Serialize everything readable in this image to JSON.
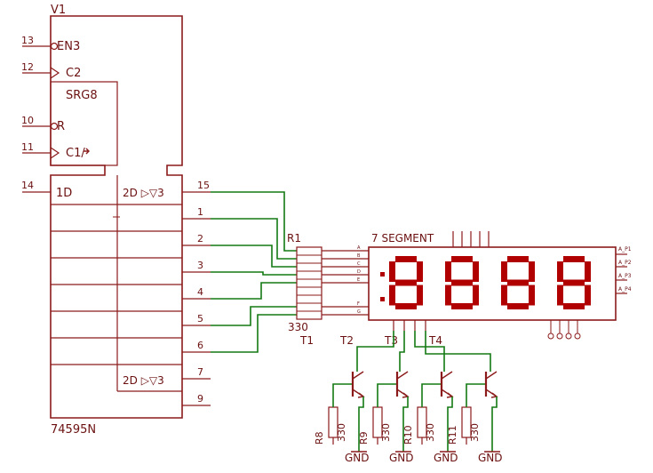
{
  "ic": {
    "name": "V1",
    "part": "74595N",
    "srg": "SRG8",
    "en_label": "EN3",
    "c2_label": "C2",
    "r_label": "R",
    "c1_label": "C1/",
    "d_label": "1D",
    "out_top_label": "2D ▷▽3",
    "out_bottom_label": "2D ▷▽3",
    "pins": {
      "p13": "13",
      "p12": "12",
      "p10": "10",
      "p11": "11",
      "p14": "14",
      "p15": "15",
      "p1": "1",
      "p2": "2",
      "p3": "3",
      "p4": "4",
      "p5": "5",
      "p6": "6",
      "p7": "7",
      "p9": "9"
    }
  },
  "resistor_array": {
    "name": "R1",
    "value": "330"
  },
  "display": {
    "label": "7 SEGMENT",
    "digits": 4,
    "segment_pins": [
      "A",
      "B",
      "C",
      "D",
      "E",
      "F",
      "G"
    ],
    "common_pins": [
      "A_P1",
      "A_P2",
      "A_P3",
      "A_P4"
    ],
    "segment_color": "#b00000"
  },
  "transistors": [
    "T1",
    "T2",
    "T3",
    "T4"
  ],
  "resistors": [
    {
      "name": "R8",
      "value": "330"
    },
    {
      "name": "R9",
      "value": "330"
    },
    {
      "name": "R10",
      "value": "330"
    },
    {
      "name": "R11",
      "value": "330"
    }
  ],
  "ground_label": "GND"
}
